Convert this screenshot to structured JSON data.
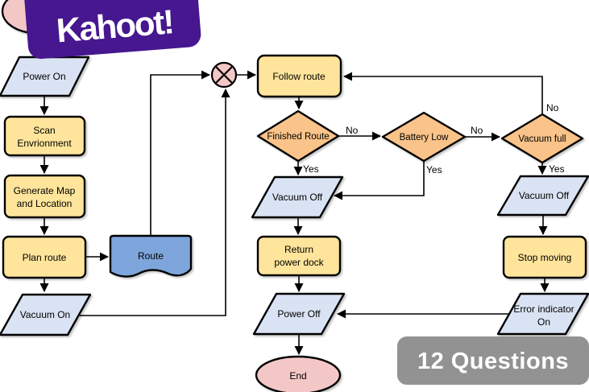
{
  "logo": {
    "text": "Kahoot!"
  },
  "badge": {
    "text": "12 Questions"
  },
  "colors": {
    "process": "#FFE59B",
    "data": "#DAE3F3",
    "document": "#7EA6DC",
    "decision": "#F9C389",
    "terminal": "#F4C7C7",
    "line": "#000000",
    "logo_bg": "#46178F",
    "logo_text": "#FFFFFF",
    "badge_bg": "#8C8C8C",
    "badge_text": "#FFFFFF"
  },
  "nodes": {
    "power_on": {
      "label": "Power On"
    },
    "scan": {
      "lines": [
        "Scan",
        "Envrionment"
      ]
    },
    "generate_map": {
      "lines": [
        "Generate Map",
        "and Location"
      ]
    },
    "plan_route": {
      "label": "Plan route"
    },
    "route": {
      "label": "Route"
    },
    "vacuum_on": {
      "label": "Vacuum On"
    },
    "follow_route": {
      "label": "Follow route"
    },
    "finished_route": {
      "label": "Finished Route"
    },
    "battery_low": {
      "label": "Battery Low"
    },
    "vacuum_full": {
      "label": "Vacuum full"
    },
    "vacuum_off_mid": {
      "label": "Vacuum Off"
    },
    "vacuum_off_right": {
      "label": "Vacuum Off"
    },
    "return_dock": {
      "lines": [
        "Return",
        "power dock"
      ]
    },
    "stop_moving": {
      "label": "Stop moving"
    },
    "power_off": {
      "label": "Power Off"
    },
    "error_indicator": {
      "lines": [
        "Error indicator",
        "On"
      ]
    },
    "end": {
      "label": "End"
    }
  },
  "edge_labels": {
    "finished_no": "No",
    "finished_yes": "Yes",
    "battery_no": "No",
    "battery_yes": "Yes",
    "vacuum_no": "No",
    "vacuum_yes": "Yes"
  }
}
